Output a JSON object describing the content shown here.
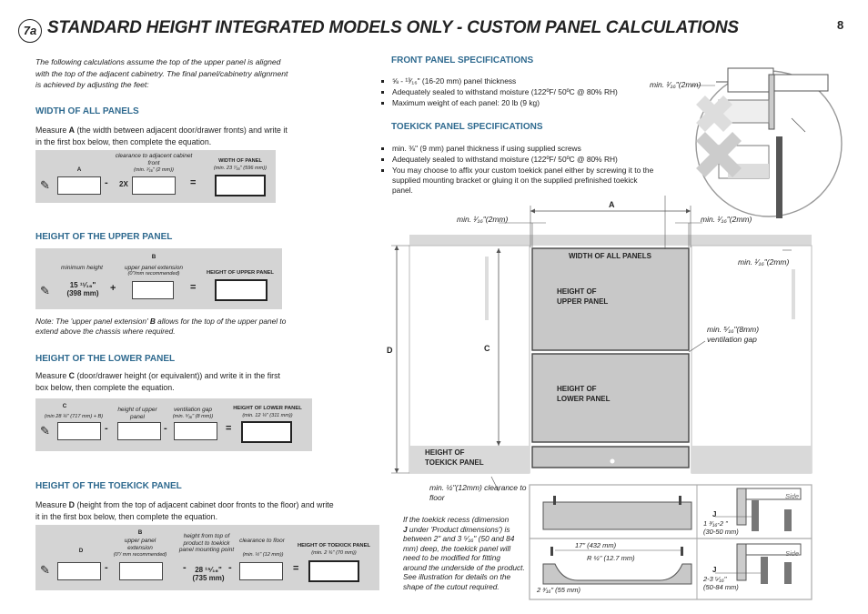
{
  "header": {
    "badge": "7a",
    "title": "STANDARD HEIGHT INTEGRATED MODELS ONLY - CUSTOM PANEL CALCULATIONS",
    "page": "8"
  },
  "intro": "The following calculations assume the top of the upper panel is aligned with the top of the adjacent cabinetry. The final panel/cabinetry alignment is achieved by adjusting the feet:",
  "width": {
    "title": "WIDTH OF ALL PANELS",
    "instr_pre": "Measure ",
    "instr_key": "A",
    "instr_post": " (the width between adjacent door/drawer fronts) and write it in the first box below, then complete the equation.",
    "col_a": "A",
    "col_clear": "clearance to adjacent cabinet front",
    "col_clear_sub": "(min. ¹⁄₁₆\" (2 mm))",
    "col_res": "WIDTH OF PANEL",
    "col_res_sub": "(min. 23 ⁷⁄₁₆\" (596 mm))",
    "minus": "-",
    "mult": "2X",
    "eq": "="
  },
  "upper": {
    "title": "HEIGHT OF THE UPPER PANEL",
    "col_b": "B",
    "col_min": "minimum height",
    "col_ext": "upper panel extension",
    "col_ext_sub": "(0\"/mm recommended)",
    "col_res": "HEIGHT OF UPPER PANEL",
    "min_val": "15 ¹¹⁄₁₆\"",
    "min_mm": "(398 mm)",
    "plus": "+",
    "eq": "=",
    "note_pre": "Note: The 'upper panel extension' ",
    "note_key": "B",
    "note_post": " allows for the top of the upper panel to extend above the chassis where required."
  },
  "lower": {
    "title": "HEIGHT OF THE LOWER PANEL",
    "instr_pre": "Measure ",
    "instr_key": "C",
    "instr_post": " (door/drawer height (or equivalent)) and write it in the first box below, then complete the equation.",
    "col_c": "C",
    "col_c_sub": "(min 28 ¼\" (717 mm) + B)",
    "col_h": "height of upper panel",
    "col_v": "ventilation gap",
    "col_v_sub": "(min. ⁵⁄₁₆\" (8 mm))",
    "col_res": "HEIGHT OF LOWER PANEL",
    "col_res_sub": "(min. 12 ¼\" (311 mm))",
    "minus": "-",
    "eq": "="
  },
  "toekick": {
    "title": "HEIGHT OF THE TOEKICK PANEL",
    "instr_pre": "Measure ",
    "instr_key": "D",
    "instr_post": " (height from the top of adjacent cabinet door fronts to the floor) and write it in the first box below, then complete the equation.",
    "col_d": "D",
    "col_b": "B",
    "col_b_lbl": "upper panel extension",
    "col_b_sub": "(0\"/ mm recommended)",
    "col_h": "height from top of product to toekick panel mounting point",
    "col_h_val": "28 ¹⁵⁄₁₆\"",
    "col_h_mm": "(735 mm)",
    "col_c": "clearance to floor",
    "col_c_sub": "(min. ½\" (12 mm))",
    "col_res": "HEIGHT OF TOEKICK PANEL",
    "col_res_sub": "(min. 2 ¾\" (70 mm))",
    "minus": "-",
    "eq": "="
  },
  "front_specs": {
    "title": "FRONT PANEL SPECIFICATIONS",
    "items": [
      "⅝ - ¹³⁄₁₆\" (16-20 mm) panel thickness",
      "Adequately sealed to withstand moisture (122ºF/ 50ºC @ 80% RH)",
      "Maximum weight of each panel: 20 lb (9 kg)"
    ]
  },
  "toekick_specs": {
    "title": "TOEKICK PANEL SPECIFICATIONS",
    "items": [
      "min. ⅜\" (9 mm) panel thickness if using supplied screws",
      "Adequately sealed to withstand moisture (122ºF/ 50ºC @ 80% RH)",
      "You may choose to affix your custom toekick panel either by screwing it to the supplied mounting bracket or gluing it on the supplied prefinished toekick panel."
    ]
  },
  "diagram": {
    "min_2mm": "min. ¹⁄₁₆\"(2mm)",
    "dim_a": "A",
    "dim_c": "C",
    "dim_d": "D",
    "width_all": "WIDTH OF ALL PANELS",
    "upper": "HEIGHT OF UPPER PANEL",
    "lower": "HEIGHT OF LOWER PANEL",
    "toekick": "HEIGHT OF TOEKICK PANEL",
    "vent": "min. ⁵⁄₁₆\"(8mm) ventilation gap",
    "floor": "min. ½\"(12mm) clearance to floor"
  },
  "recess_note": {
    "l1": "If the toekick recess (dimension",
    "l2_key": "J",
    "l2": " under 'Product dimensions') is between 2\" and 3 ⁵⁄₁₆\" (50 and 84 mm) deep, the toekick panel will need to be modified for fitting around the underside of the product.",
    "l3": "See illustration for details on the shape of the cutout required."
  },
  "side_views": {
    "side": "Side",
    "j": "J",
    "j1": "1 ³⁄₁₆-2 \"",
    "j1_mm": "(30-50 mm)",
    "j2": "2-3 ⁵⁄₁₆\"",
    "j2_mm": "(50-84 mm)",
    "len": "17\" (432 mm)",
    "rad": "R ½\" (12.7 mm)",
    "h": "2 ³⁄₁₆\" (55 mm)"
  }
}
